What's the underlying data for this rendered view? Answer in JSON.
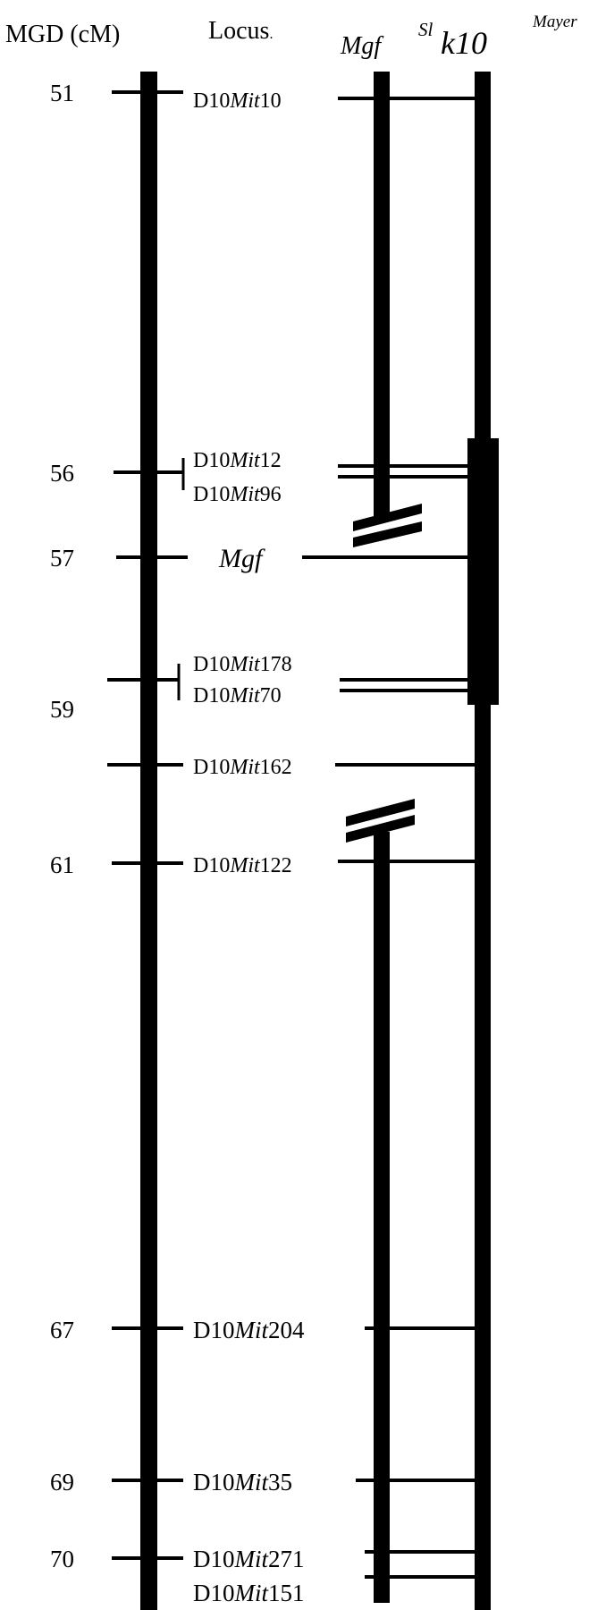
{
  "header": {
    "mgd": "MGD (cM)",
    "locus": "Locus",
    "locus_dot": ".",
    "mgf": "Mgf",
    "mgf_sup": "Sl",
    "k10": "k10",
    "k10_sup": "Mayer"
  },
  "positions": [
    "51",
    "56",
    "57",
    "59",
    "61",
    "67",
    "69",
    "70"
  ],
  "markers": [
    {
      "pre": "D10",
      "mid": "Mit",
      "num": "10"
    },
    {
      "pre": "D10",
      "mid": "Mit",
      "num": "12"
    },
    {
      "pre": "D10",
      "mid": "Mit",
      "num": "96"
    },
    {
      "pre": "",
      "mid": "Mgf",
      "num": ""
    },
    {
      "pre": "D10",
      "mid": "Mit",
      "num": "178"
    },
    {
      "pre": "D10",
      "mid": "Mit",
      "num": "70"
    },
    {
      "pre": "D10",
      "mid": "Mit",
      "num": "162"
    },
    {
      "pre": "D10",
      "mid": "Mit",
      "num": "122"
    },
    {
      "pre": "D10",
      "mid": "Mit",
      "num": "204"
    },
    {
      "pre": "D10",
      "mid": "Mit",
      "num": "35"
    },
    {
      "pre": "D10",
      "mid": "Mit",
      "num": "271"
    },
    {
      "pre": "D10",
      "mid": "Mit",
      "num": "151"
    }
  ]
}
